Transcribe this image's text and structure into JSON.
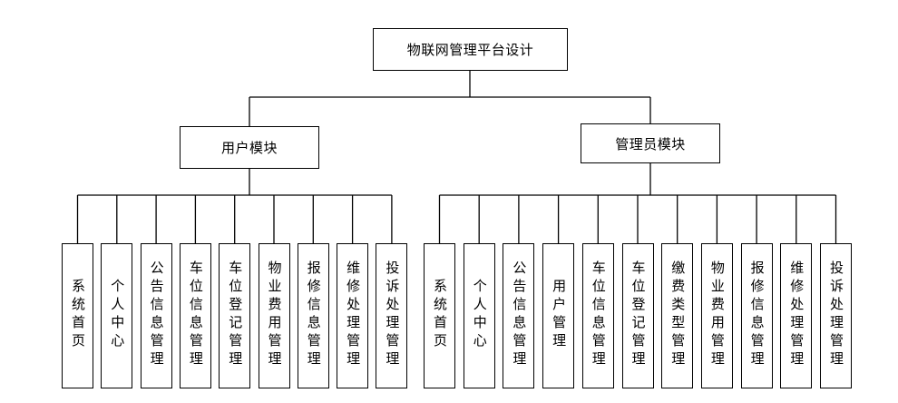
{
  "root": {
    "label": "物联网管理平台设计"
  },
  "modules": [
    {
      "label": "用户模块",
      "items": [
        "系统首页",
        "个人中心",
        "公告信息管理",
        "车位信息管理",
        "车位登记管理",
        "物业费用管理",
        "报修信息管理",
        "维修处理管理",
        "投诉处理管理"
      ]
    },
    {
      "label": "管理员模块",
      "items": [
        "系统首页",
        "个人中心",
        "公告信息管理",
        "用户管理",
        "车位信息管理",
        "车位登记管理",
        "缴费类型管理",
        "物业费用管理",
        "报修信息管理",
        "维修处理管理",
        "投诉处理管理"
      ]
    }
  ]
}
